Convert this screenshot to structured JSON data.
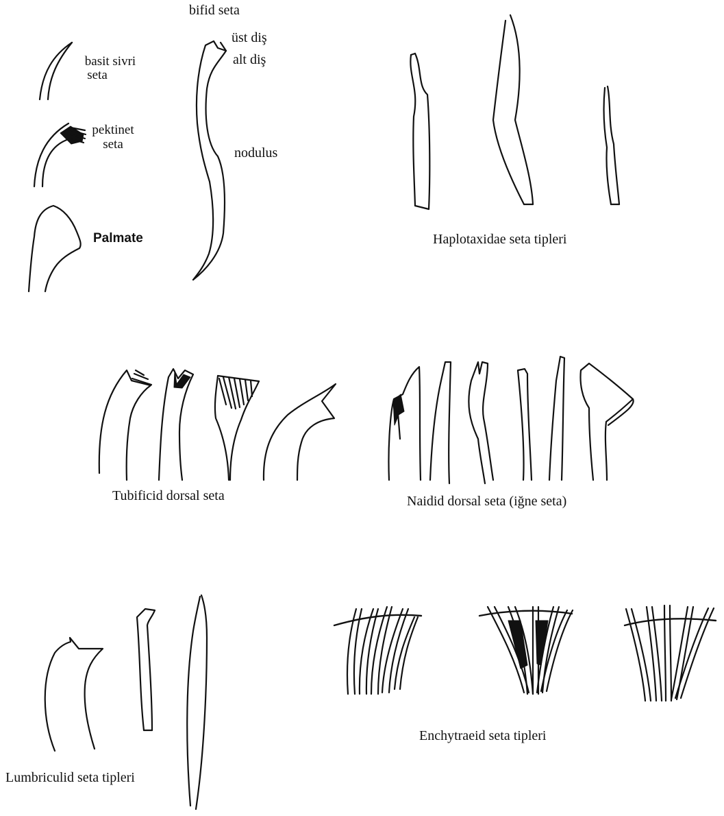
{
  "labels": {
    "bifid_seta": "bifid seta",
    "ust_dis": "üst diş",
    "alt_dis": "alt diş",
    "basit_sivri_line1": "basit sivri",
    "basit_sivri_line2": "seta",
    "pektinet_line1": "pektinet",
    "pektinet_line2": "seta",
    "nodulus": "nodulus",
    "palmate": "Palmate",
    "haplotaxidae": "Haplotaxidae seta tipleri",
    "tubificid": "Tubificid dorsal seta",
    "naidid": "Naidid dorsal seta (iğne seta)",
    "lumbriculid": "Lumbriculid seta tipleri",
    "enchytraeid": "Enchytraeid seta tipleri"
  }
}
